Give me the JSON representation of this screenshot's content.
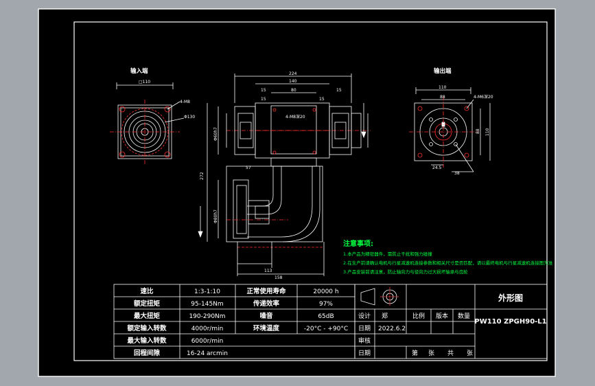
{
  "labels": {
    "input_end": "输入端",
    "output_end": "输出端"
  },
  "dimensions": {
    "square_110": "□110",
    "holes": "4-M8",
    "circle_130": "Φ130",
    "d224": "224",
    "d140": "140",
    "d80": "80",
    "d15a": "15",
    "d15b": "15",
    "d15c": "15",
    "d15d": "15",
    "d4_m8_side": "4-M8深20",
    "d272": "272",
    "d57": "57",
    "d113": "113",
    "d158": "158",
    "d110_out": "110",
    "d88": "88",
    "d4_m6_out": "4-M6深20",
    "d24_5": "24.5",
    "d88v": "88",
    "d110v": "110",
    "d38": "38",
    "left_v": "Φ60h7",
    "left_v2": "Φ80h7"
  },
  "notes": {
    "title": "注意事项:",
    "items": [
      "1.本产品为精密器件，需防止干扰和强力碰撞",
      "2.在生产前请确认电机与行星减速机连接参数和相关尺寸是否匹配，请以最终电机与行星减速机连接图为准",
      "3.产品安装前请注意，防止轴向力与径向力过大损坏轴承与齿轮"
    ]
  },
  "specs": [
    {
      "label": "速比",
      "value": "1:3-1:10",
      "label2": "正常使用寿命",
      "value2": "20000 h"
    },
    {
      "label": "额定扭矩",
      "value": "95-145Nm",
      "label2": "传递效率",
      "value2": "97%"
    },
    {
      "label": "最大扭矩",
      "value": "190-290Nm",
      "label2": "噪音",
      "value2": "65dB"
    },
    {
      "label": "额定输入转数",
      "value": "4000r/min",
      "label2": "环境温度",
      "value2": "-20°C - +90°C"
    },
    {
      "label": "最大输入转数",
      "value": "6000r/min",
      "label2": "",
      "value2": ""
    },
    {
      "label": "回程间隙",
      "value": "16-24 arcmin",
      "label2": "",
      "value2": ""
    }
  ],
  "title_block": {
    "title": "外形图",
    "model": "PW110 ZPGH90-L1",
    "design_label": "设计",
    "design_value": "郑",
    "date_label": "日期",
    "date_value": "2022.6.2",
    "review_label": "审核",
    "date2_label": "日期",
    "scale_label": "比例",
    "version_label": "版本",
    "qty_label": "数量",
    "sheet_label1": "第",
    "sheet_label2": "张",
    "sheet_label3": "共",
    "sheet_label4": "张"
  },
  "colors": {
    "background": "#000000",
    "window": "#a2a6ad",
    "lines": "#ffffff",
    "notes": "#00ff40",
    "holes": "#ff2020",
    "centerline": "#ff4040"
  }
}
